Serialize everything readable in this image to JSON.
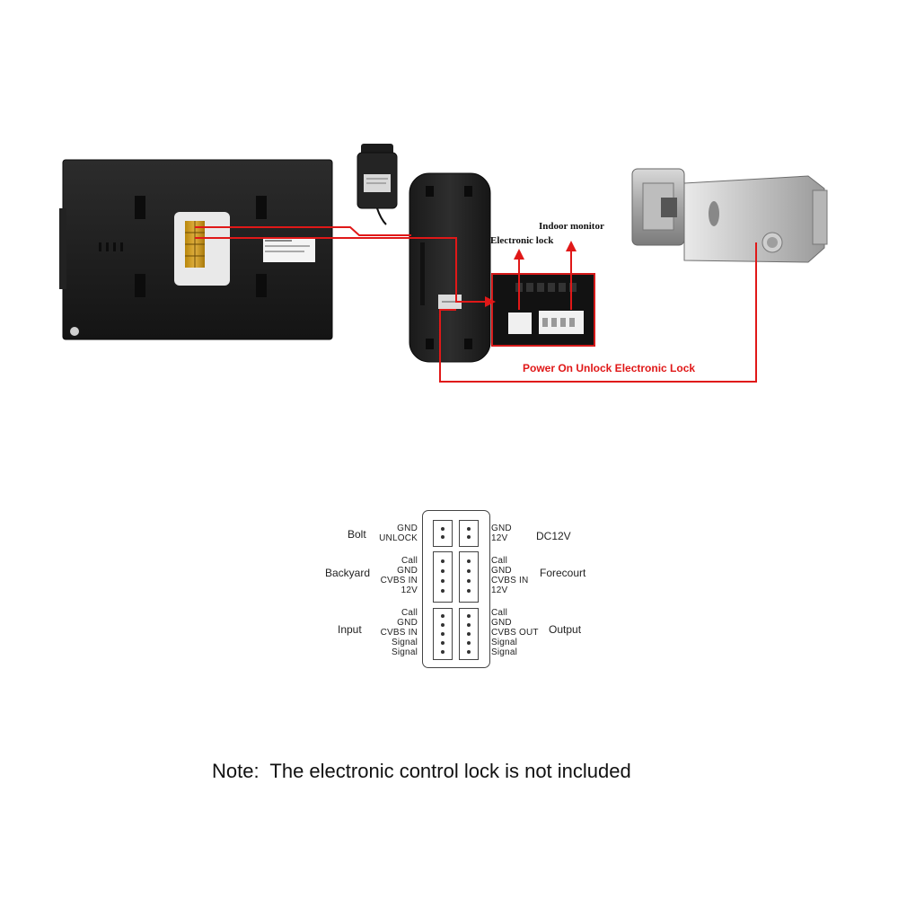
{
  "wiring_diagram": {
    "callouts": {
      "indoor_monitor": "Indoor monitor",
      "electronic_lock": "Electronic lock",
      "power_on_unlock": "Power On Unlock Electronic Lock"
    },
    "wire_color": "#e01818"
  },
  "terminal_diagram": {
    "rows": [
      {
        "left_group": "Bolt",
        "left_pins": [
          "GND",
          "UNLOCK"
        ],
        "right_pins": [
          "GND",
          "12V"
        ],
        "right_group": "DC12V"
      },
      {
        "left_group": "Backyard",
        "left_pins": [
          "Call",
          "GND",
          "CVBS IN",
          "12V"
        ],
        "right_pins": [
          "Call",
          "GND",
          "CVBS IN",
          "12V"
        ],
        "right_group": "Forecourt"
      },
      {
        "left_group": "Input",
        "left_pins": [
          "Call",
          "GND",
          "CVBS IN",
          "Signal",
          "Signal"
        ],
        "right_pins": [
          "Call",
          "GND",
          "CVBS OUT",
          "Signal",
          "Signal"
        ],
        "right_group": "Output"
      }
    ]
  },
  "note": "Note:  The electronic control lock is not included"
}
